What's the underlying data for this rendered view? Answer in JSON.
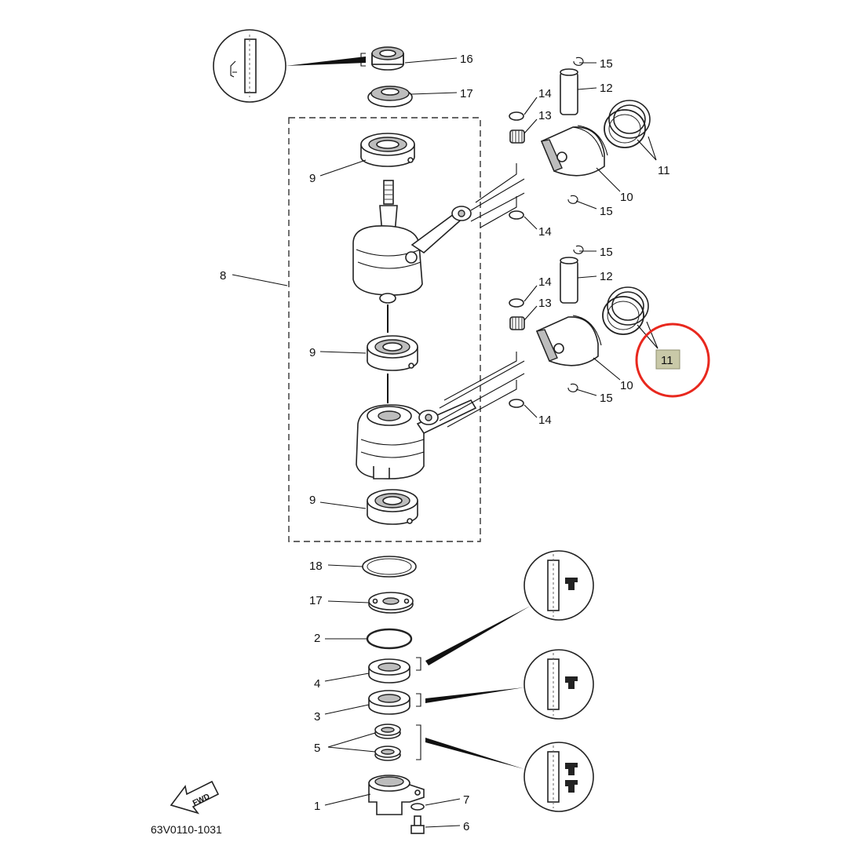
{
  "diagram": {
    "drawing_code": "63V0110-1031",
    "direction_label": "FWD",
    "highlight_color": "#e8281e",
    "highlight_box_color": "#c9c9a8",
    "callouts": {
      "p16": "16",
      "p17a": "17",
      "p15a": "15",
      "p12a": "12",
      "p14a": "14",
      "p13a": "13",
      "p11a": "11",
      "p10a": "10",
      "p15b": "15",
      "p14b": "14",
      "p9a": "9",
      "p8": "8",
      "p15c": "15",
      "p12b": "12",
      "p14c": "14",
      "p13b": "13",
      "p11b": "11",
      "p10b": "10",
      "p15d": "15",
      "p14d": "14",
      "p9b": "9",
      "p9c": "9",
      "p18": "18",
      "p17b": "17",
      "p2": "2",
      "p4": "4",
      "p3": "3",
      "p5": "5",
      "p1": "1",
      "p7": "7",
      "p6": "6"
    }
  }
}
